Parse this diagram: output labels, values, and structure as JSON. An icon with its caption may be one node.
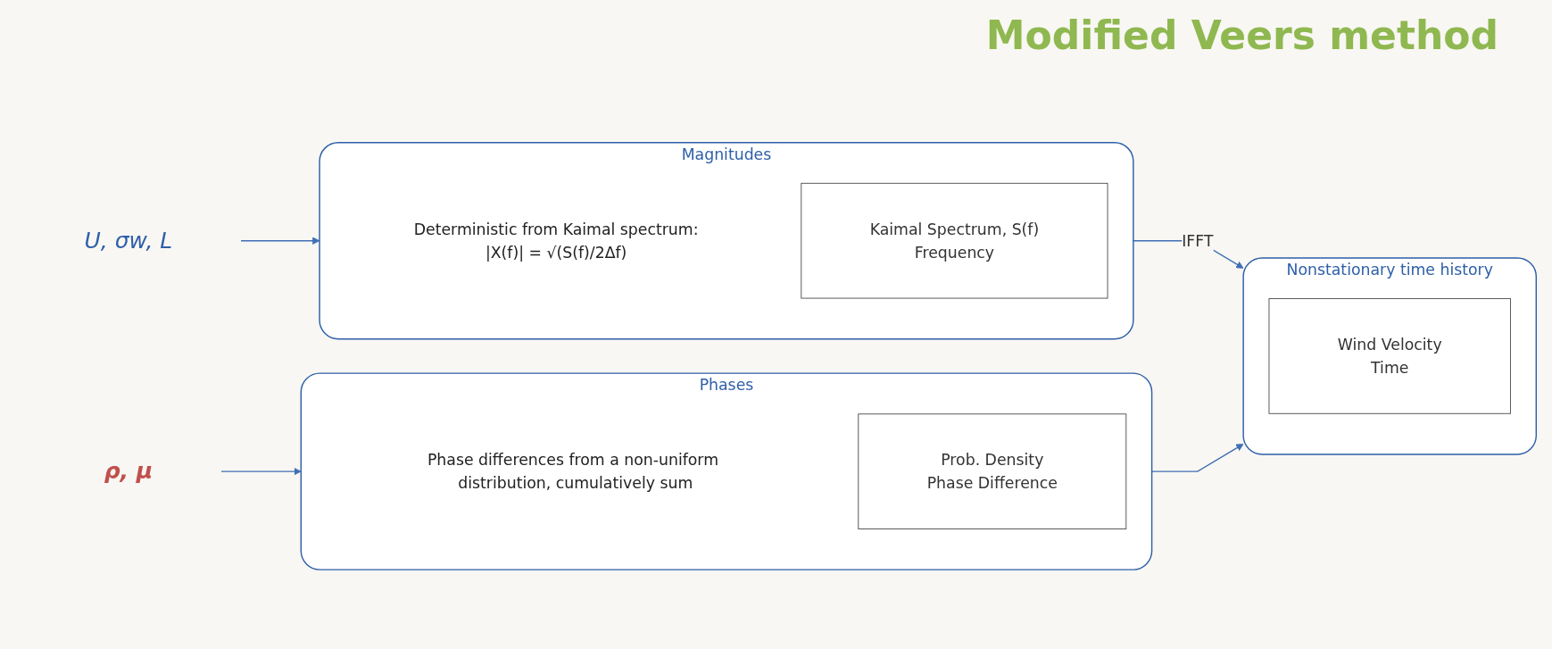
{
  "diagram": {
    "title": "Modified Veers method",
    "nodes": [
      {
        "text": [
          "U, σw, L"
        ]
      },
      {
        "text": [
          "Magnitudes",
          "Deterministic from Kaimal spectrum:",
          "|X(f)| = √(S(f)/2Δf)"
        ]
      },
      {
        "text": [
          "Kaimal Spectrum, S(f)",
          "Frequency"
        ],
        "in": 1
      },
      {
        "text": [
          "ρ, μ"
        ]
      },
      {
        "text": [
          "Phases",
          "Phase differences from a non-uniform distribution, cumulatively sum"
        ]
      },
      {
        "text": [
          "Prob. Density",
          "Phase Difference"
        ],
        "in": 4
      },
      {
        "text": [
          "Nonstationary time history"
        ]
      },
      {
        "text": [
          "Wind Velocity",
          "Time"
        ],
        "in": 6
      }
    ],
    "edges": [
      {
        "from": 0,
        "to": 1,
        "arrow": "to"
      },
      {
        "from": 3,
        "to": 4,
        "arrow": "to"
      },
      {
        "from": 1,
        "to": 6,
        "arrow": "to",
        "label": "IFFT"
      },
      {
        "from": 4,
        "to": 6,
        "arrow": "to"
      }
    ]
  }
}
